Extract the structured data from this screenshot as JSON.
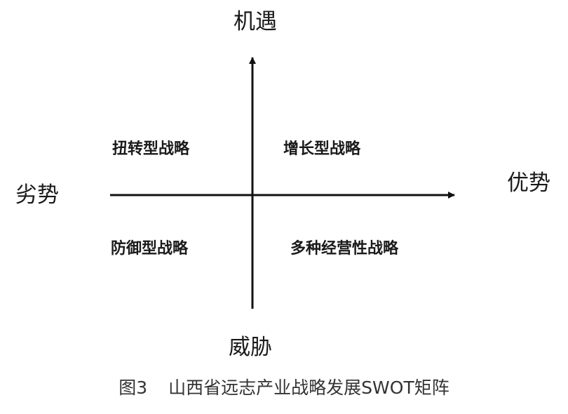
{
  "axes": {
    "top": "机遇",
    "bottom": "威胁",
    "left": "劣势",
    "right": "优势"
  },
  "quadrants": {
    "top_left": "扭转型战略",
    "top_right": "增长型战略",
    "bottom_left": "防御型战略",
    "bottom_right": "多种经营性战略"
  },
  "caption": {
    "figure_number": "图3",
    "title": "山西省远志产业战略发展SWOT矩阵"
  }
}
